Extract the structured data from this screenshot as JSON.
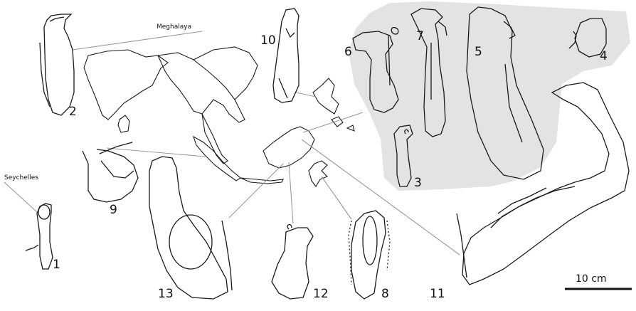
{
  "diagram": {
    "place_labels": {
      "meghalaya": "Meghalaya",
      "seychelles": "Seychelles"
    },
    "pitcher_numbers": [
      "1",
      "2",
      "3",
      "4",
      "5",
      "6",
      "7",
      "8",
      "9",
      "10",
      "11",
      "12",
      "13"
    ],
    "scale_bar_label": "10 cm",
    "colors": {
      "line": "#1a1a1a",
      "leader": "#999999",
      "highlight_region": "#e3e3e3"
    }
  }
}
